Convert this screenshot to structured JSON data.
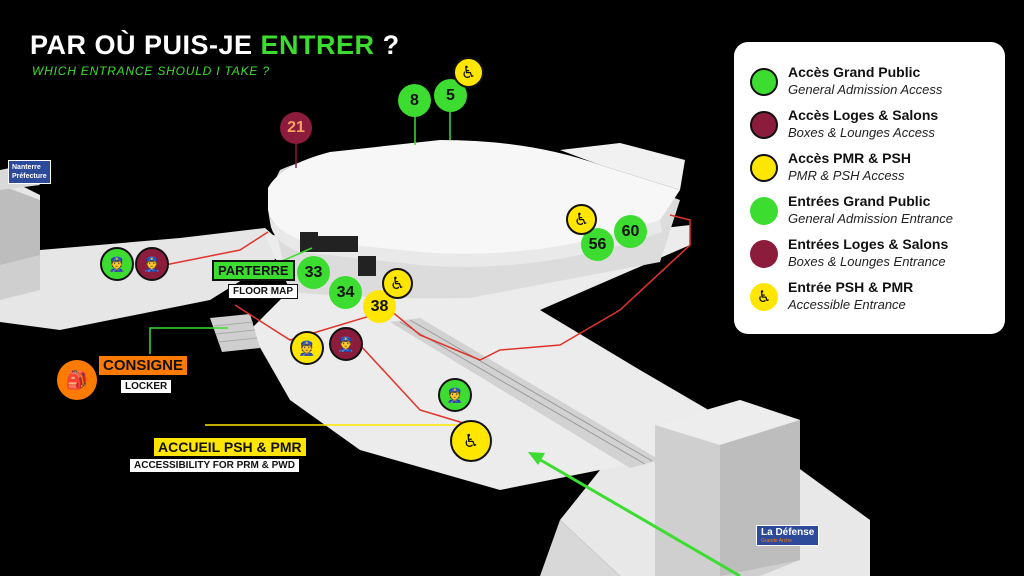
{
  "header": {
    "title_prefix": "PAR OÙ PUIS-JE ",
    "title_highlight": "ENTRER",
    "title_suffix": " ?",
    "subtitle": "WHICH ENTRANCE SHOULD I TAKE ?"
  },
  "colors": {
    "green": "#3ddc30",
    "maroon": "#8c1c3c",
    "yellow": "#ffe600",
    "orange": "#ff7a00",
    "route_red": "#e0332a"
  },
  "legend": [
    {
      "title": "Accès Grand Public",
      "subtitle": "General Admission Access",
      "icon": "steward-icon-green"
    },
    {
      "title": "Accès Loges & Salons",
      "subtitle": "Boxes & Lounges Access",
      "icon": "steward-icon-maroon"
    },
    {
      "title": "Accès PMR & PSH",
      "subtitle": "PMR & PSH Access",
      "icon": "steward-icon-yellow"
    },
    {
      "title": "Entrées Grand Public",
      "subtitle": "General Admission Entrance",
      "icon": "green-dot-icon"
    },
    {
      "title": "Entrées Loges & Salons",
      "subtitle": "Boxes & Lounges Entrance",
      "icon": "maroon-dot-icon"
    },
    {
      "title": "Entrée PSH & PMR",
      "subtitle": "Accessible Entrance",
      "icon": "wheelchair-icon"
    }
  ],
  "gates": {
    "g21": "21",
    "g8": "8",
    "g5": "5",
    "g33": "33",
    "g34": "34",
    "g38": "38",
    "g56": "56",
    "g60": "60"
  },
  "labels": {
    "parterre": "PARTERRE",
    "floor_map": "FLOOR MAP",
    "consigne": "CONSIGNE",
    "locker": "LOCKER",
    "accueil": "ACCUEIL PSH & PMR",
    "accessibility": "ACCESSIBILITY FOR PRM & PWD"
  },
  "signs": {
    "nanterre_1": "Nanterre",
    "nanterre_2": "Préfecture",
    "defense": "La Défense",
    "defense_sub": "Grande Arche"
  }
}
